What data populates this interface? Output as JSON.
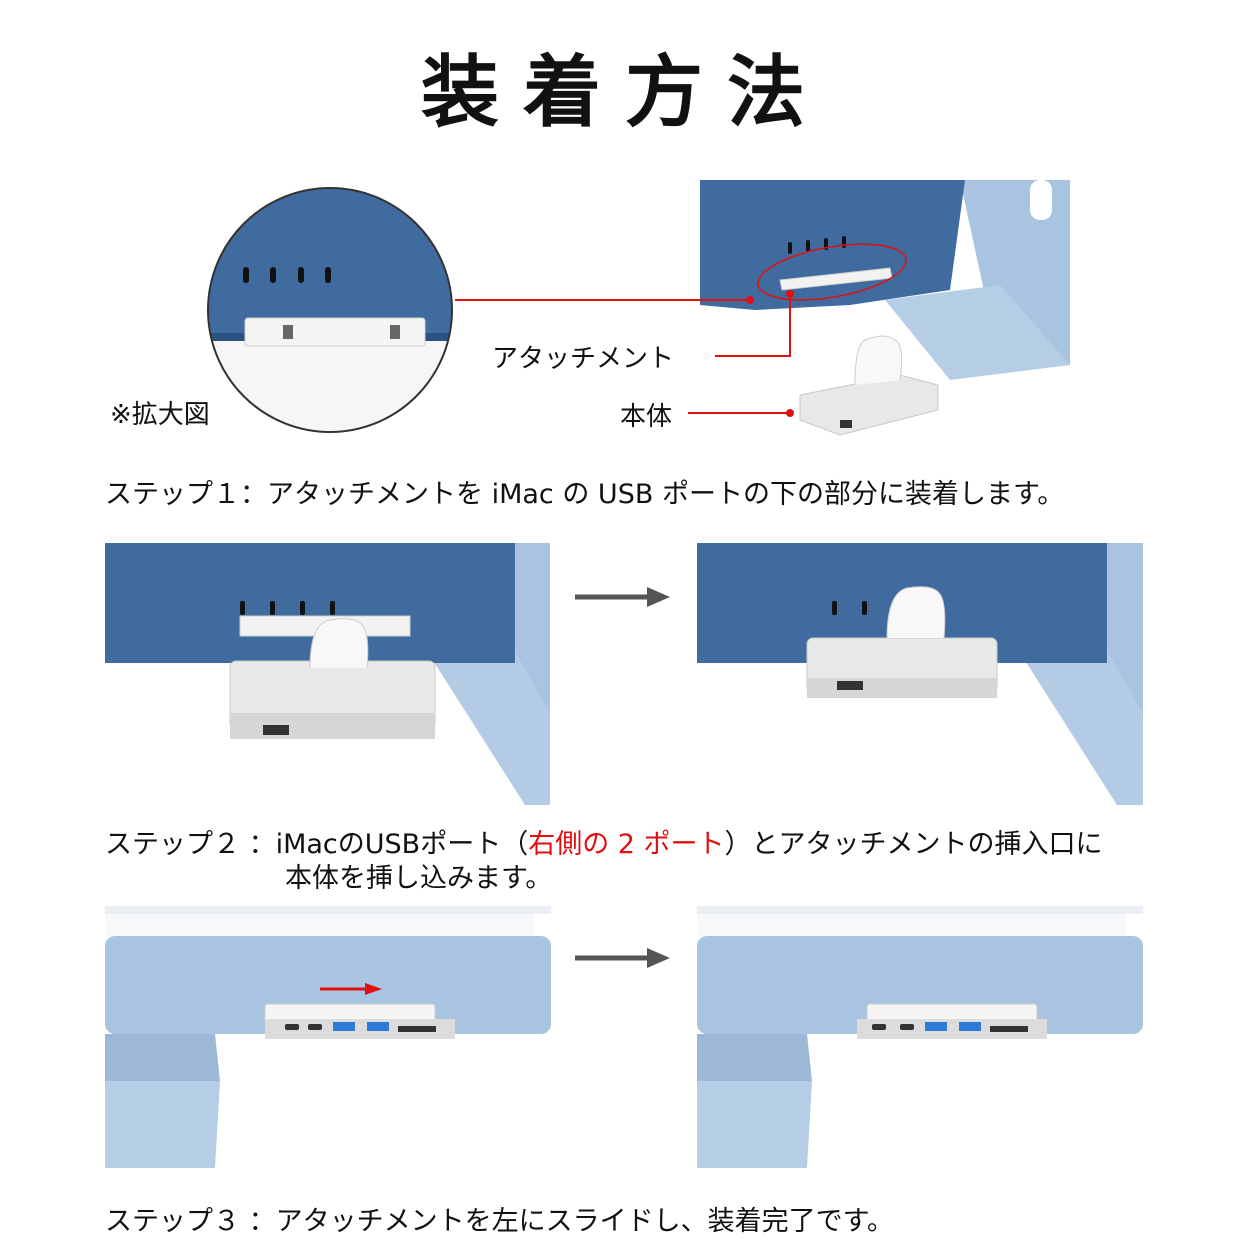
{
  "title": "装着方法",
  "labels": {
    "zoom": "※拡大図",
    "attachment": "アタッチメント",
    "body": "本体"
  },
  "steps": {
    "step1": "ステップ１：アタッチメントを iMac の USB ポートの下の部分に装着します。",
    "step2_prefix": "ステップ２ ：iMacのUSBポート（",
    "step2_highlight": "右側の 2 ポート",
    "step2_suffix": "）とアタッチメントの挿入口に",
    "step2_line2": "本体を挿し込みます。",
    "step3": "ステップ３ ：アタッチメントを左にスライドし、装着完了です。"
  },
  "colors": {
    "accent_red": "#e01010",
    "imac_blue": "#3d6aa0",
    "imac_light": "#a9c4e0"
  }
}
